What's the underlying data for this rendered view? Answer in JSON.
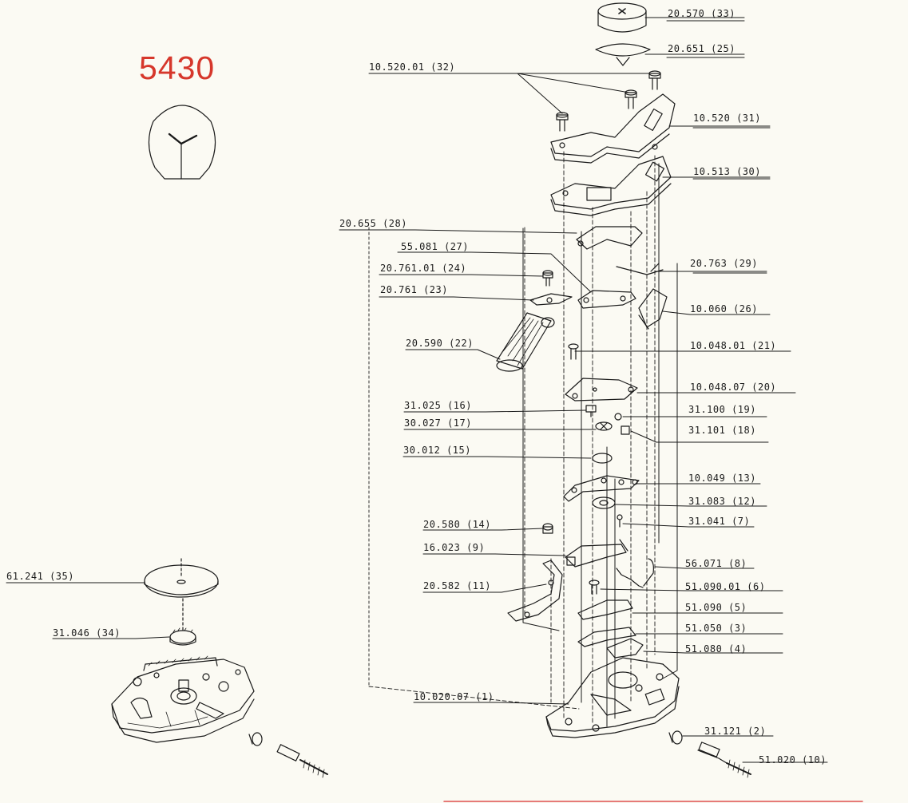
{
  "model_number": "5430",
  "parts": [
    {
      "id": "p33",
      "text": "20.570 (33)"
    },
    {
      "id": "p25",
      "text": "20.651 (25)"
    },
    {
      "id": "p32",
      "text": "10.520.01 (32)"
    },
    {
      "id": "p31",
      "text": "10.520 (31)"
    },
    {
      "id": "p30",
      "text": "10.513 (30)"
    },
    {
      "id": "p28",
      "text": "20.655 (28)"
    },
    {
      "id": "p27",
      "text": "55.081 (27)"
    },
    {
      "id": "p24",
      "text": "20.761.01 (24)"
    },
    {
      "id": "p29",
      "text": "20.763 (29)"
    },
    {
      "id": "p23",
      "text": "20.761 (23)"
    },
    {
      "id": "p26",
      "text": "10.060 (26)"
    },
    {
      "id": "p22",
      "text": "20.590 (22)"
    },
    {
      "id": "p21",
      "text": "10.048.01 (21)"
    },
    {
      "id": "p20",
      "text": "10.048.07 (20)"
    },
    {
      "id": "p16",
      "text": "31.025 (16)"
    },
    {
      "id": "p19",
      "text": "31.100 (19)"
    },
    {
      "id": "p17",
      "text": "30.027 (17)"
    },
    {
      "id": "p18",
      "text": "31.101 (18)"
    },
    {
      "id": "p15",
      "text": "30.012 (15)"
    },
    {
      "id": "p13",
      "text": "10.049 (13)"
    },
    {
      "id": "p12",
      "text": "31.083 (12)"
    },
    {
      "id": "p14",
      "text": "20.580 (14)"
    },
    {
      "id": "p7",
      "text": "31.041 (7)"
    },
    {
      "id": "p9",
      "text": "16.023 (9)"
    },
    {
      "id": "p8",
      "text": "56.071 (8)"
    },
    {
      "id": "p35",
      "text": "61.241 (35)"
    },
    {
      "id": "p11",
      "text": "20.582 (11)"
    },
    {
      "id": "p6",
      "text": "51.090.01 (6)"
    },
    {
      "id": "p5",
      "text": "51.090 (5)"
    },
    {
      "id": "p34",
      "text": "31.046 (34)"
    },
    {
      "id": "p3",
      "text": "51.050 (3)"
    },
    {
      "id": "p4",
      "text": "51.080 (4)"
    },
    {
      "id": "p1",
      "text": "10.020.07 (1)"
    },
    {
      "id": "p2",
      "text": "31.121 (2)"
    },
    {
      "id": "p10",
      "text": "51.020 (10)"
    }
  ]
}
